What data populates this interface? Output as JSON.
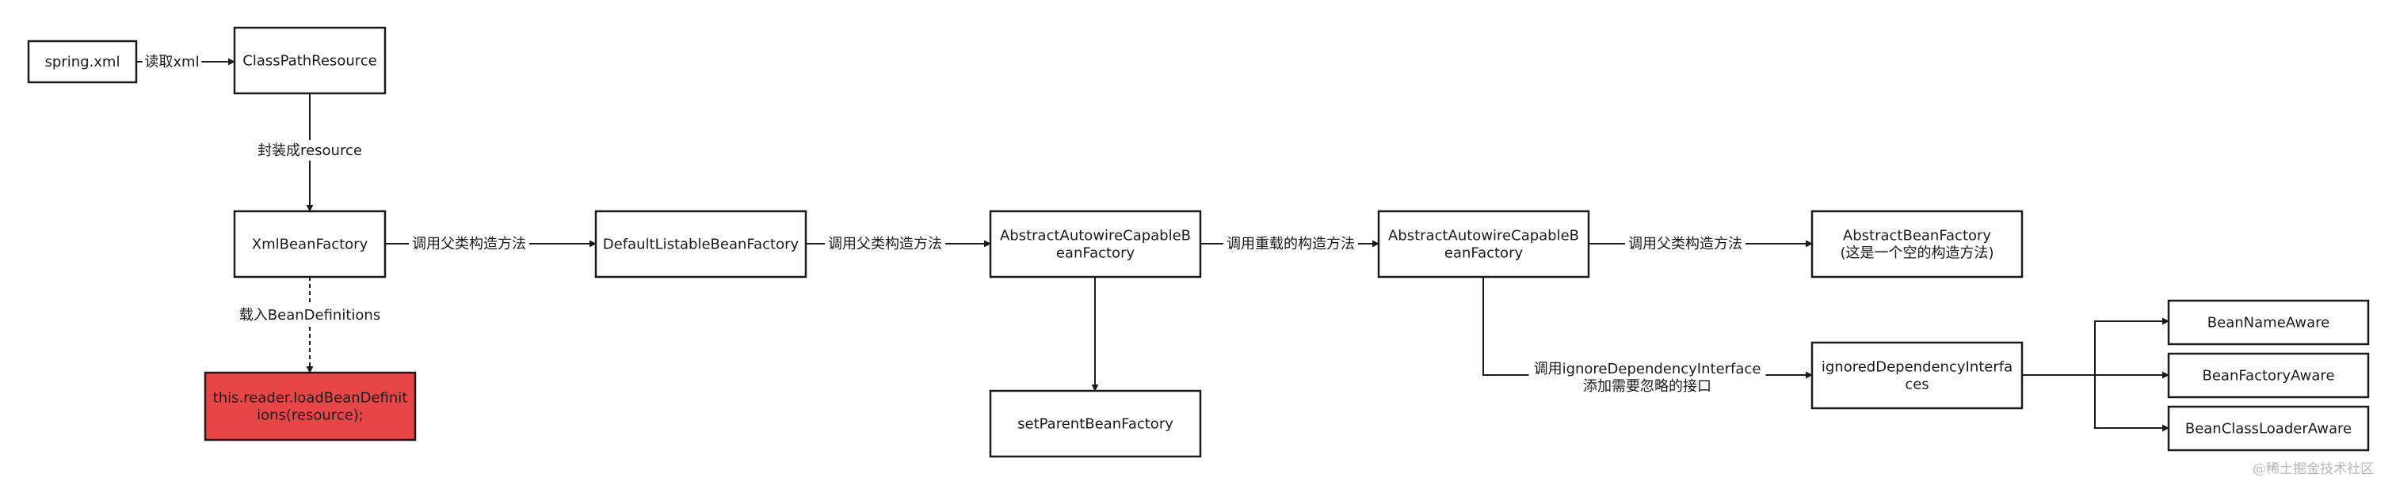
{
  "nodes": {
    "spring_xml": {
      "lines": [
        "spring.xml"
      ]
    },
    "classpath_resource": {
      "lines": [
        "ClassPathResource"
      ]
    },
    "xml_bean_factory": {
      "lines": [
        "XmlBeanFactory"
      ]
    },
    "load_bean_definitions": {
      "lines": [
        "this.reader.loadBeanDefinit",
        "ions(resource);"
      ]
    },
    "default_listable_bean_factory": {
      "lines": [
        "DefaultListableBeanFactory"
      ]
    },
    "abstract_autowire_1": {
      "lines": [
        "AbstractAutowireCapableB",
        "eanFactory"
      ]
    },
    "set_parent_bean_factory": {
      "lines": [
        "setParentBeanFactory"
      ]
    },
    "abstract_autowire_2": {
      "lines": [
        "AbstractAutowireCapableB",
        "eanFactory"
      ]
    },
    "abstract_bean_factory": {
      "lines": [
        "AbstractBeanFactory",
        "(这是一个空的构造方法)"
      ]
    },
    "ignored_dependency_interfaces": {
      "lines": [
        "ignoredDependencyInterfa",
        "ces"
      ]
    },
    "bean_name_aware": {
      "lines": [
        "BeanNameAware"
      ]
    },
    "bean_factory_aware": {
      "lines": [
        "BeanFactoryAware"
      ]
    },
    "bean_class_loader_aware": {
      "lines": [
        "BeanClassLoaderAware"
      ]
    }
  },
  "edges": {
    "read_xml": {
      "label": [
        "读取xml"
      ]
    },
    "wrap_resource": {
      "label": [
        "封装成resource"
      ]
    },
    "load_definitions": {
      "label": [
        "载入BeanDefinitions"
      ]
    },
    "call_parent_1": {
      "label": [
        "调用父类构造方法"
      ]
    },
    "call_parent_2": {
      "label": [
        "调用父类构造方法"
      ]
    },
    "call_overload": {
      "label": [
        "调用重载的构造方法"
      ]
    },
    "call_parent_3": {
      "label": [
        "调用父类构造方法"
      ]
    },
    "call_ignore": {
      "label": [
        "调用ignoreDependencyInterface",
        "添加需要忽略的接口"
      ]
    }
  },
  "colors": {
    "highlight_fill": "#e64646",
    "stroke": "#1a1a1a"
  },
  "watermark": "@稀土掘金技术社区"
}
